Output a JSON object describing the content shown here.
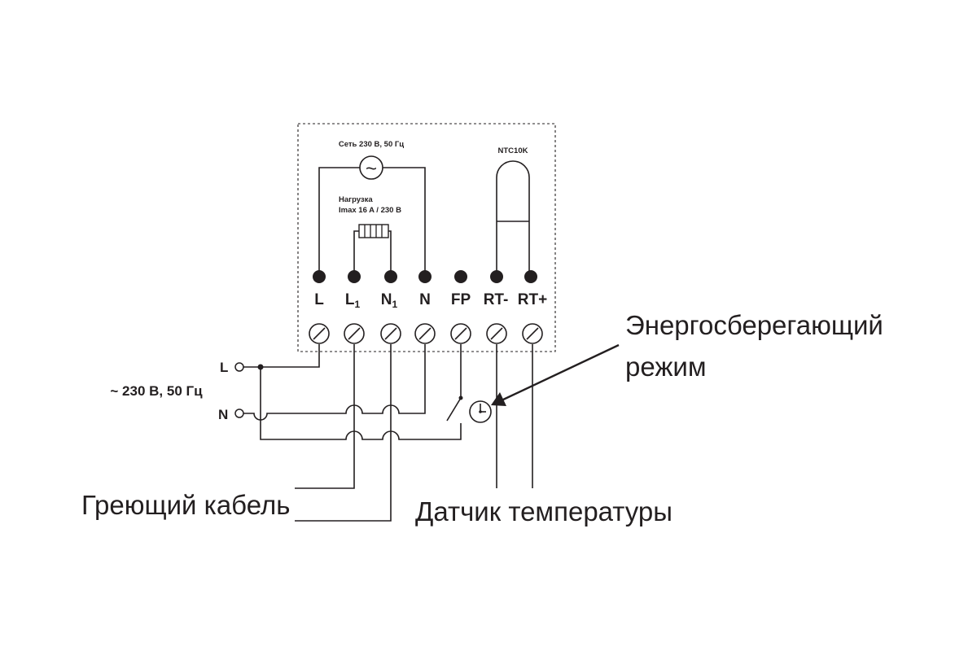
{
  "module": {
    "mains_label": "Сеть 230 В, 50 Гц",
    "ac_symbol": "~",
    "load_title": "Нагрузка",
    "load_rating": "Imax 16 A / 230 B",
    "sensor_type": "NTC10K"
  },
  "terminals": [
    {
      "main": "L",
      "sub": ""
    },
    {
      "main": "L",
      "sub": "1"
    },
    {
      "main": "N",
      "sub": "1"
    },
    {
      "main": "N",
      "sub": ""
    },
    {
      "main": "FP",
      "sub": ""
    },
    {
      "main": "RT-",
      "sub": ""
    },
    {
      "main": "RT+",
      "sub": ""
    }
  ],
  "supply": {
    "label": "~ 230 В, 50 Гц",
    "line_label": "L",
    "neutral_label": "N"
  },
  "captions": {
    "energy_saving_line1": "Энергосберегающий",
    "energy_saving_line2": "режим",
    "heating_cable": "Греющий кабель",
    "temperature_sensor": "Датчик температуры"
  }
}
